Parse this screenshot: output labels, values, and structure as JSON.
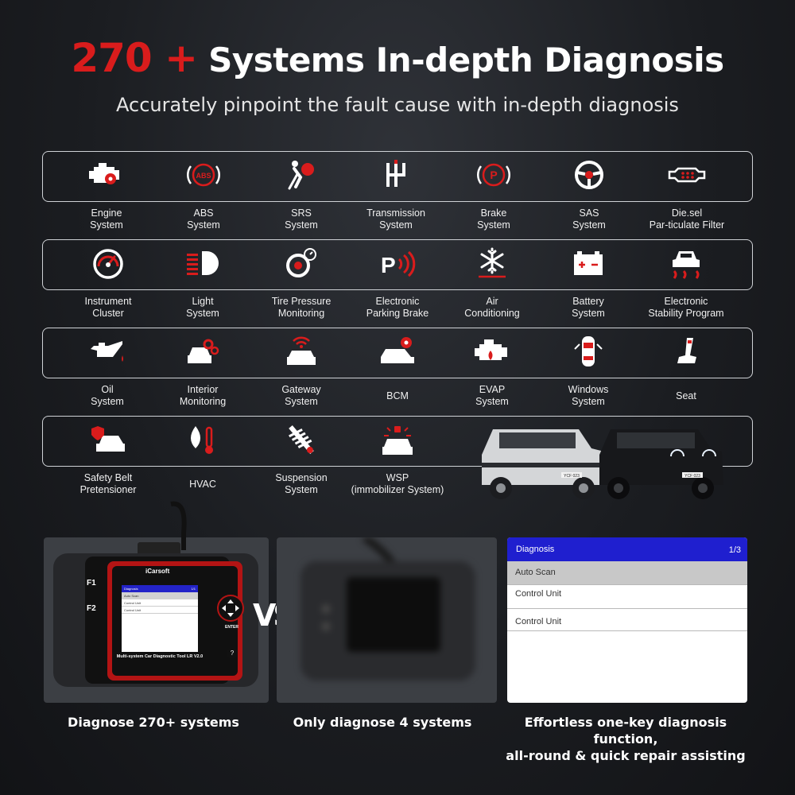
{
  "headline": {
    "accent": "270 +",
    "rest": "Systems In-depth Diagnosis"
  },
  "subtitle": "Accurately pinpoint the fault cause with in-depth diagnosis",
  "systems": [
    {
      "label": "Engine\nSystem",
      "icon": "engine-icon"
    },
    {
      "label": "ABS\nSystem",
      "icon": "abs-icon"
    },
    {
      "label": "SRS\nSystem",
      "icon": "airbag-icon"
    },
    {
      "label": "Transmission\nSystem",
      "icon": "gear-shift-icon"
    },
    {
      "label": "Brake\nSystem",
      "icon": "brake-icon"
    },
    {
      "label": "SAS\nSystem",
      "icon": "steering-wheel-icon"
    },
    {
      "label": "Die.sel\nPar-ticulate Filter",
      "icon": "dpf-icon"
    },
    {
      "label": "Instrument\nCluster",
      "icon": "gauge-icon"
    },
    {
      "label": "Light\nSystem",
      "icon": "headlight-icon"
    },
    {
      "label": "Tire Pressure\nMonitoring",
      "icon": "tire-pressure-icon"
    },
    {
      "label": "Electronic\nParking Brake",
      "icon": "parking-sensor-icon"
    },
    {
      "label": "Air\nConditioning",
      "icon": "snowflake-icon"
    },
    {
      "label": "Battery\nSystem",
      "icon": "battery-icon"
    },
    {
      "label": "Electronic\nStability Program",
      "icon": "stability-car-icon"
    },
    {
      "label": "Oil\nSystem",
      "icon": "oil-can-icon"
    },
    {
      "label": "Interior\nMonitoring",
      "icon": "car-gears-icon"
    },
    {
      "label": "Gateway\nSystem",
      "icon": "car-wifi-icon"
    },
    {
      "label": "BCM",
      "icon": "car-control-icon"
    },
    {
      "label": "EVAP\nSystem",
      "icon": "evap-engine-icon"
    },
    {
      "label": "Windows\nSystem",
      "icon": "car-top-view-icon"
    },
    {
      "label": "Seat",
      "icon": "seat-icon"
    },
    {
      "label": "Safety Belt\nPretensioner",
      "icon": "car-shield-icon"
    },
    {
      "label": "HVAC",
      "icon": "thermometer-drop-icon"
    },
    {
      "label": "Suspension\nSystem",
      "icon": "shock-absorber-icon"
    },
    {
      "label": "WSP\n(immobilizer System)",
      "icon": "immobilizer-car-icon"
    }
  ],
  "device": {
    "brand": "iCarsoft",
    "key_f1": "F1",
    "key_f2": "F2",
    "key_enter": "ENTER",
    "key_help": "?",
    "footer": "Multi-system Car Diagnostic Tool LR V2.0",
    "screen_title": "Diagnosis",
    "screen_page": "1/1",
    "screen_rows": [
      "Auto Scan",
      "Control Unit",
      "Control Unit"
    ]
  },
  "vs_text": "VS",
  "menu": {
    "title": "Diagnosis",
    "page": "1/3",
    "items": [
      "Auto Scan",
      "Control Unit",
      "Control Unit"
    ]
  },
  "captions": {
    "left": "Diagnose 270+ systems",
    "middle": "Only diagnose 4 systems",
    "right": "Effortless one-key diagnosis function,\nall-round & quick repair assisting"
  },
  "plates": {
    "left": "YCF 023",
    "right": "YCF 023"
  },
  "colors": {
    "accent": "#d91c1c",
    "menu_header": "#1f1fcf",
    "menu_selected": "#c8c8c8"
  }
}
